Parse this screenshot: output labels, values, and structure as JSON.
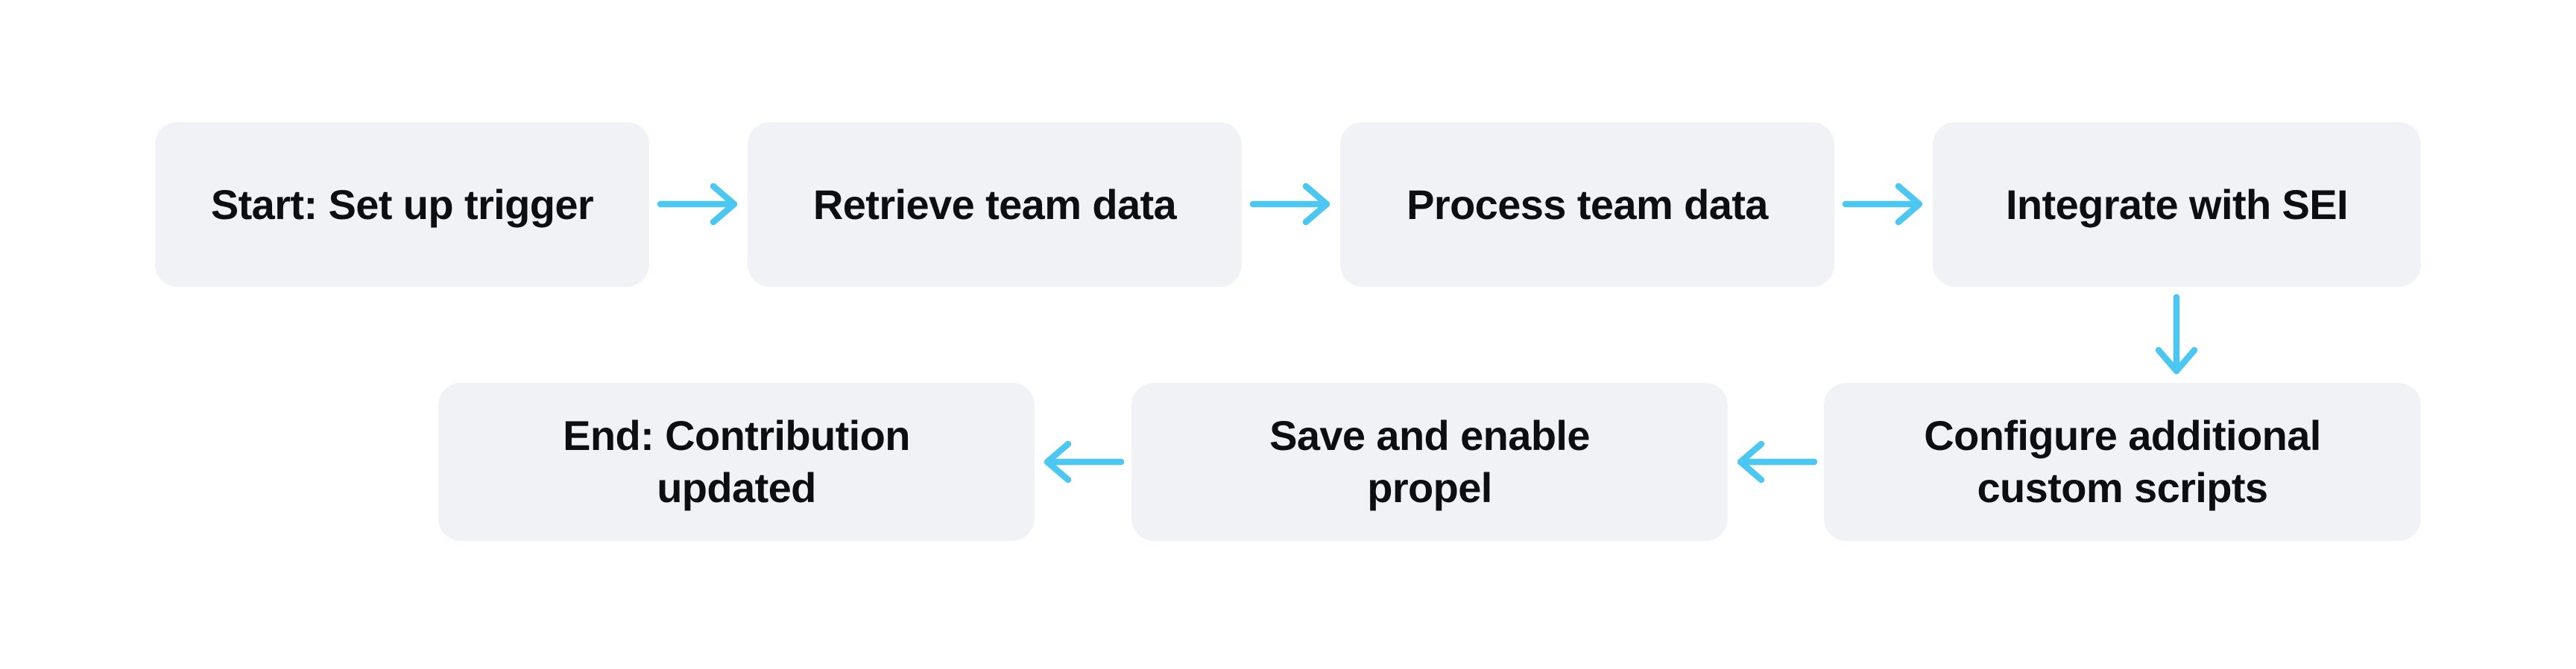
{
  "colors": {
    "background": "#ffffff",
    "node_fill": "#f1f2f6",
    "node_text": "#0d0e12",
    "arrow": "#4bc7f2"
  },
  "flowchart": {
    "nodes": [
      {
        "id": "start",
        "label": "Start: Set up trigger"
      },
      {
        "id": "retrieve",
        "label": "Retrieve team data"
      },
      {
        "id": "process",
        "label": "Process team data"
      },
      {
        "id": "integrate",
        "label": "Integrate with SEI"
      },
      {
        "id": "configure",
        "label": "Configure additional custom scripts"
      },
      {
        "id": "save",
        "label": "Save and enable propel"
      },
      {
        "id": "end",
        "label": "End: Contribution updated"
      }
    ],
    "edges": [
      {
        "from": "start",
        "to": "retrieve",
        "direction": "right"
      },
      {
        "from": "retrieve",
        "to": "process",
        "direction": "right"
      },
      {
        "from": "process",
        "to": "integrate",
        "direction": "right"
      },
      {
        "from": "integrate",
        "to": "configure",
        "direction": "down"
      },
      {
        "from": "configure",
        "to": "save",
        "direction": "left"
      },
      {
        "from": "save",
        "to": "end",
        "direction": "left"
      }
    ]
  }
}
